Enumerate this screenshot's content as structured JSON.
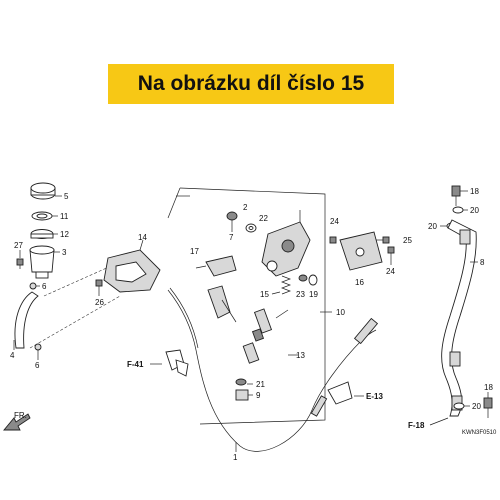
{
  "banner": {
    "text": "Na obrázku díl číslo 15",
    "color": "#f7c815"
  },
  "diagram_code": "KWN3F0510",
  "direction_label": "FR.",
  "ref_labels": {
    "f41": "F-41",
    "e13": "E-13",
    "f18": "F-18"
  },
  "part_numbers": {
    "p5": "5",
    "p11": "11",
    "p12": "12",
    "p3": "3",
    "p27": "27",
    "p6a": "6",
    "p4": "4",
    "p6b": "6",
    "p14": "14",
    "p26": "26",
    "p2": "2",
    "p7": "7",
    "p22": "22",
    "p17": "17",
    "p24a": "24",
    "p25": "25",
    "p16": "16",
    "p24b": "24",
    "p15": "15",
    "p23": "23",
    "p19": "19",
    "p10": "10",
    "p13": "13",
    "p21": "21",
    "p9": "9",
    "p1": "1",
    "p18a": "18",
    "p20a": "20",
    "p20b": "20",
    "p8": "8",
    "p20c": "20",
    "p18b": "18"
  }
}
